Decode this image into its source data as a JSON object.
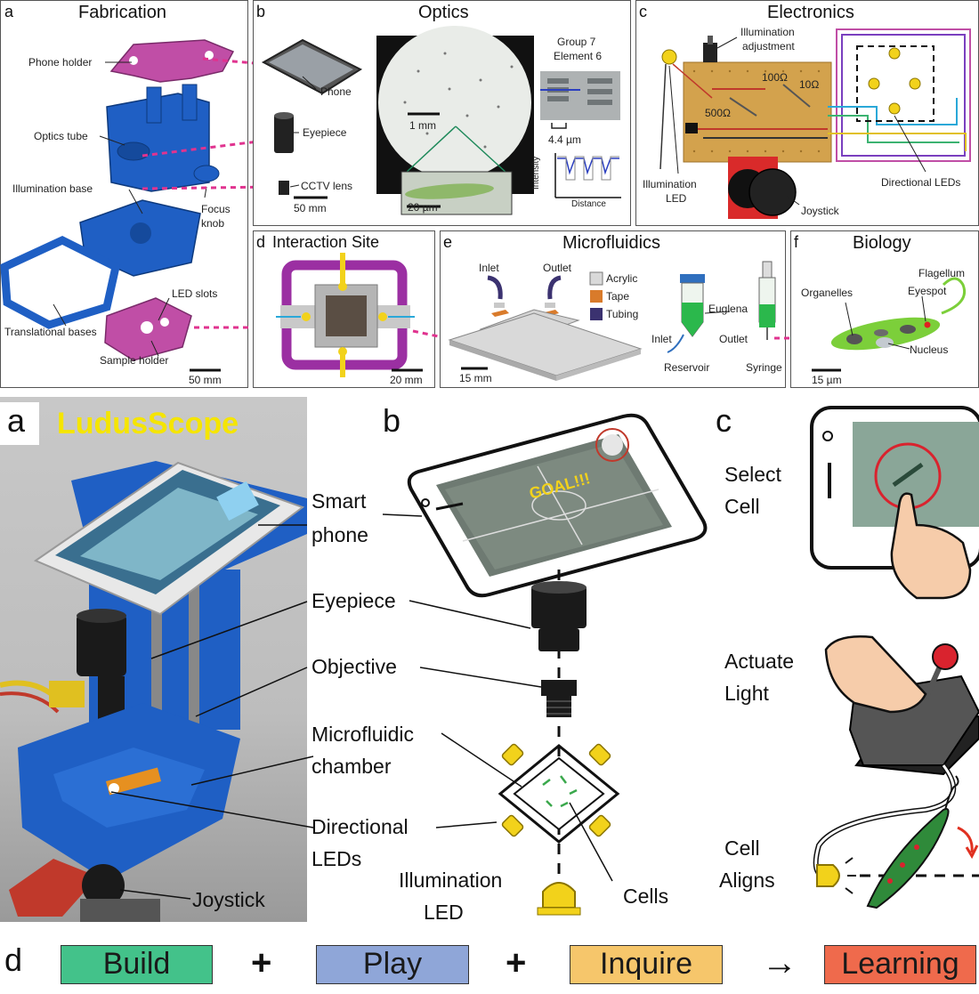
{
  "top": {
    "a": {
      "letter": "a",
      "title": "Fabrication",
      "labels": {
        "phone_holder": "Phone holder",
        "optics_tube": "Optics tube",
        "illumination_base": "Illumination base",
        "focus_knob_1": "Focus",
        "focus_knob_2": "knob",
        "translational_bases": "Translational bases",
        "led_slots": "LED slots",
        "sample_holder": "Sample holder"
      },
      "scale": "50 mm"
    },
    "b": {
      "letter": "b",
      "title": "Optics",
      "labels": {
        "phone": "Phone",
        "eyepiece": "Eyepiece",
        "cctv_lens": "CCTV lens",
        "group_1": "Group 7",
        "group_2": "Element 6",
        "width_um": "4.4 µm",
        "intensity": "Intensity",
        "distance": "Distance"
      },
      "scales": {
        "left": "50 mm",
        "field": "1 mm",
        "cell": "20 µm"
      }
    },
    "c": {
      "letter": "c",
      "title": "Electronics",
      "labels": {
        "illum_adj_1": "Illumination",
        "illum_adj_2": "adjustment",
        "r100": "100Ω",
        "r10": "10Ω",
        "r500": "500Ω",
        "illum_led_1": "Illumination",
        "illum_led_2": "LED",
        "joystick": "Joystick",
        "directional_leds": "Directional LEDs"
      }
    },
    "d": {
      "letter": "d",
      "title": "Interaction Site",
      "scale": "20 mm"
    },
    "e": {
      "letter": "e",
      "title": "Microfluidics",
      "labels": {
        "inlet": "Inlet",
        "outlet": "Outlet",
        "acrylic": "Acrylic",
        "tape": "Tape",
        "tubing": "Tubing",
        "euglena": "Euglena",
        "inlet2": "Inlet",
        "outlet2": "Outlet",
        "reservoir": "Reservoir",
        "syringe": "Syringe"
      },
      "scale": "15 mm"
    },
    "f": {
      "letter": "f",
      "title": "Biology",
      "labels": {
        "flagellum": "Flagellum",
        "organelles": "Organelles",
        "eyespot": "Eyespot",
        "nucleus": "Nucleus"
      },
      "scale": "15 µm"
    }
  },
  "bottom": {
    "a": {
      "letter": "a",
      "brand": "LudusScope",
      "labels": {
        "smart_1": "Smart",
        "smart_2": "phone",
        "eyepiece": "Eyepiece",
        "objective": "Objective",
        "micro_1": "Microfluidic",
        "micro_2": "chamber",
        "dir_1": "Directional",
        "dir_2": "LEDs",
        "joystick": "Joystick"
      }
    },
    "b": {
      "letter": "b",
      "goal": "GOAL!!!",
      "labels": {
        "illum_1": "Illumination",
        "illum_2": "LED",
        "cells": "Cells"
      }
    },
    "c": {
      "letter": "c",
      "labels": {
        "select_1": "Select",
        "select_2": "Cell",
        "actuate_1": "Actuate",
        "actuate_2": "Light",
        "aligns_1": "Cell",
        "aligns_2": "Aligns"
      }
    },
    "d": {
      "letter": "d",
      "steps": [
        "Build",
        "Play",
        "Inquire",
        "Learning"
      ],
      "ops": [
        "+",
        "+",
        "→"
      ]
    }
  },
  "colors": {
    "blue": "#1f5fc4",
    "magenta": "#c04ea6",
    "dashed": "#e0338f",
    "yellow": "#f2d21b",
    "build": "#43c28a",
    "play": "#8fa6d8",
    "inquire": "#f6c66b",
    "learning": "#ef6a4c",
    "green": "#7ccf3a"
  }
}
